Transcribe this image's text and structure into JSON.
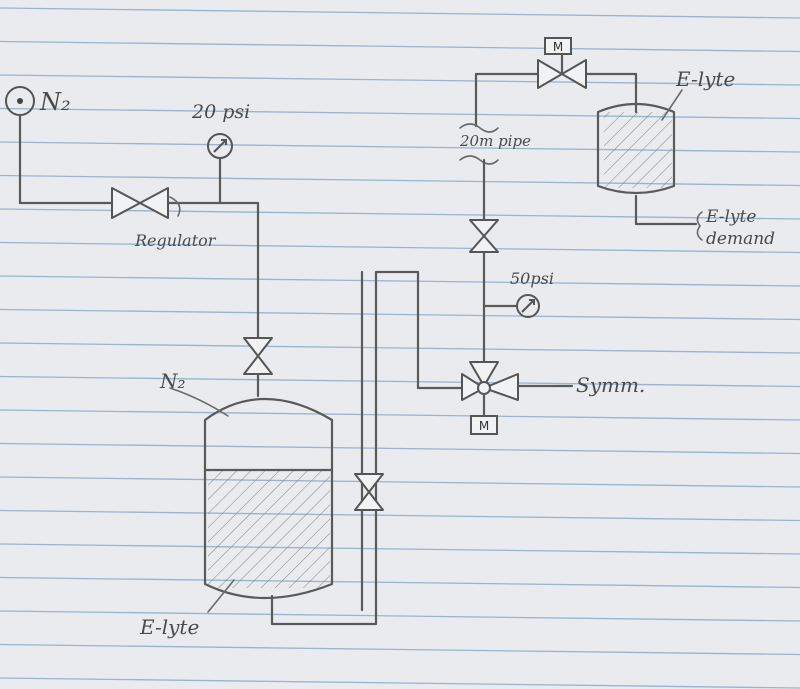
{
  "labels": {
    "n2_source": "N₂",
    "pressure_20": "20 psi",
    "regulator": "Regulator",
    "n2_tank": "N₂",
    "elyte_tank_bottom": "E-lyte",
    "pipe_20m": "20m pipe",
    "elyte_vessel_top": "E-lyte",
    "elyte_demand_line1": "E-lyte",
    "elyte_demand_line2": "demand",
    "pressure_50": "50psi",
    "symm": "Symm.",
    "motor_top": "M",
    "motor_bottom": "M"
  },
  "colors": {
    "paper": "#e9ebee",
    "rule_line": "#9bb3cf",
    "pencil": "#5a5a5a",
    "hatch": "#8a8a8a"
  },
  "icons": {
    "n2_source": "circle-dot-icon",
    "gauge_20": "pressure-gauge-icon",
    "gauge_50": "pressure-gauge-icon",
    "regulator": "bowtie-valve-icon",
    "valves": "bowtie-valve-icon",
    "three_way_valve": "three-way-valve-icon",
    "motor": "motor-box-icon"
  }
}
